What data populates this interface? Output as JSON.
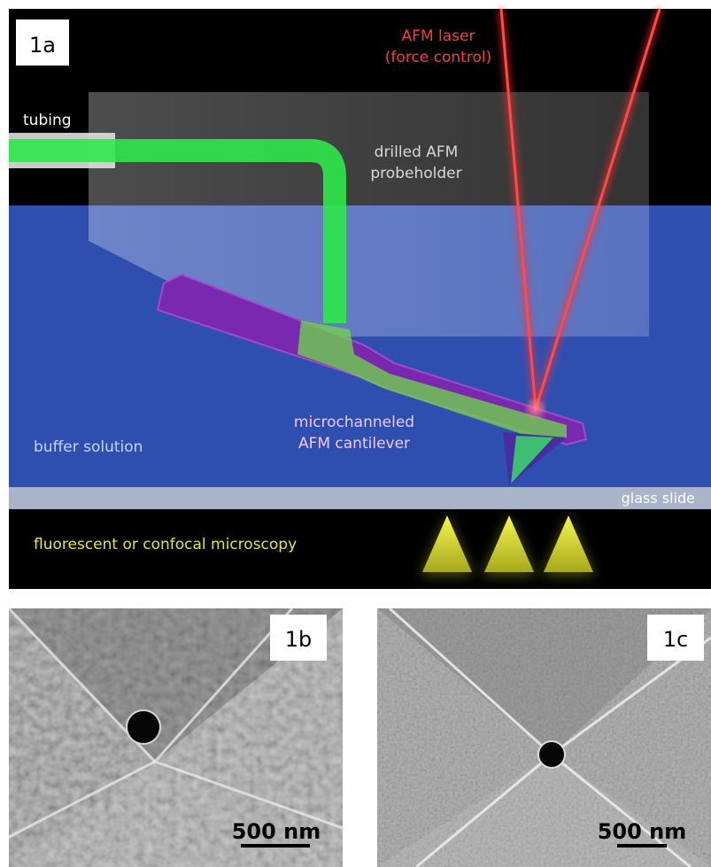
{
  "panel_a": {
    "label": "1a",
    "laser_line1": "AFM laser",
    "laser_line2": "(force control)",
    "tubing": "tubing",
    "holder_line1": "drilled AFM",
    "holder_line2": "probeholder",
    "buffer": "buffer solution",
    "cantilever_line1": "microchanneled",
    "cantilever_line2": "AFM cantilever",
    "glass": "glass slide",
    "microscopy": "fluorescent or confocal microscopy"
  },
  "panel_b": {
    "label": "1b",
    "scale": "500 nm"
  },
  "panel_c": {
    "label": "1c",
    "scale": "500 nm"
  },
  "colors": {
    "laser": "#ff2a2a",
    "channel_green": "#2ee84a",
    "cantilever_purple": "#7a28b0",
    "buffer_blue": "#2f4fb0",
    "microscopy_yellow": "#e6e634",
    "glass": "#a9b3c9"
  }
}
